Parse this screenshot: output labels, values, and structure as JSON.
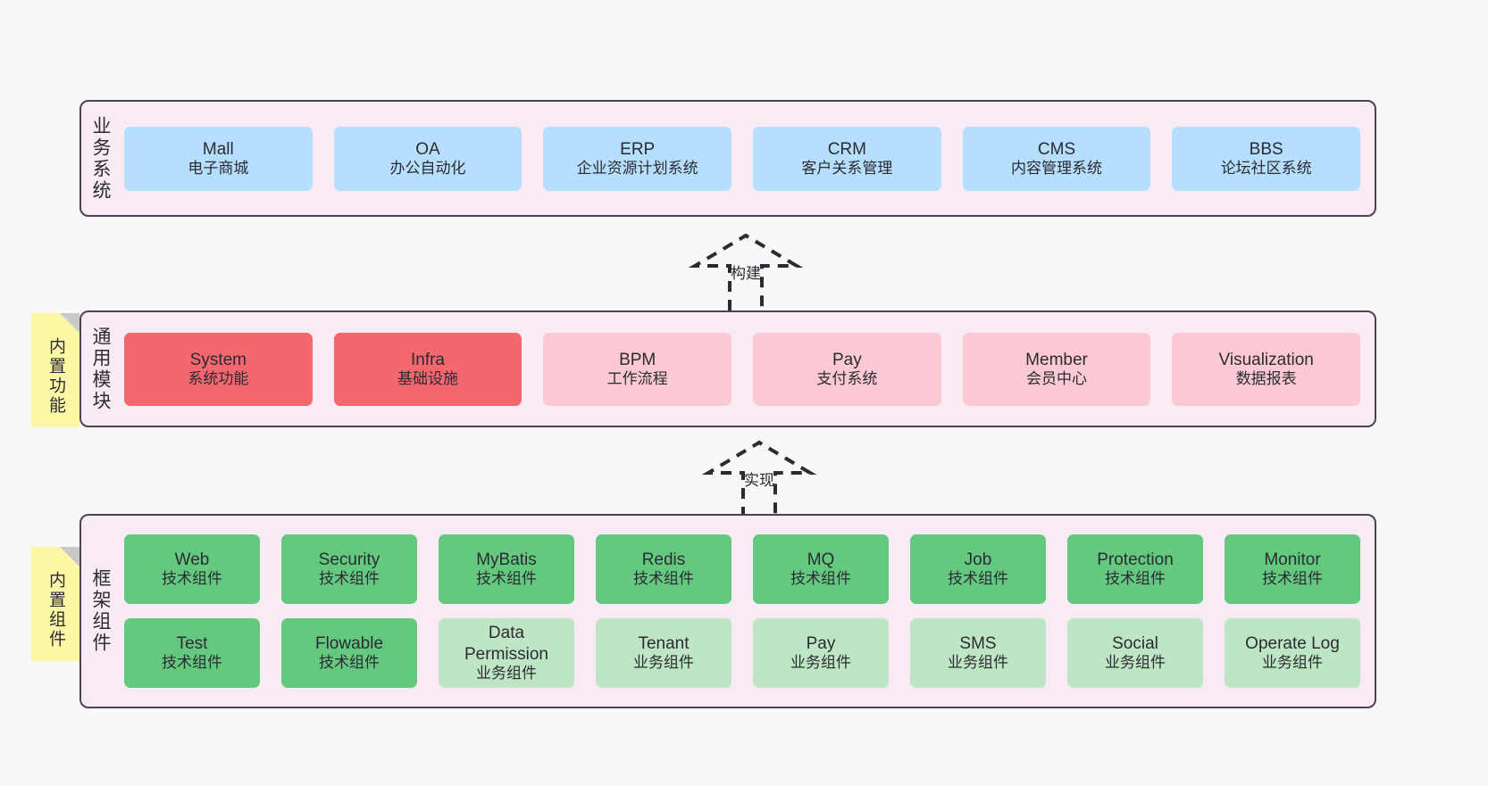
{
  "diagram": {
    "title": "ruoyi-vue-pro architecture layers",
    "background_color": "#f8f8f8",
    "layer_fill": "#f9ebf4",
    "layer_border": "#4a4453",
    "note_color": "#fbf7a5",
    "colors": {
      "blue": "#b5dffc",
      "red": "#f2686e",
      "pink": "#fbc9d3",
      "green": "#64c97f",
      "light_green": "#bfe6c4"
    }
  },
  "notes": [
    {
      "id": "builtin-function",
      "label": "内置功能"
    },
    {
      "id": "builtin-component",
      "label": "内置组件"
    }
  ],
  "arrows": [
    {
      "id": "build",
      "label": "构建",
      "style": "dashed-hollow-up"
    },
    {
      "id": "implement",
      "label": "实现",
      "style": "dashed-hollow-up"
    }
  ],
  "layers": [
    {
      "id": "business-system",
      "title": "业务系统",
      "rows": [
        [
          {
            "name": "Mall",
            "desc": "电子商城",
            "color": "blue"
          },
          {
            "name": "OA",
            "desc": "办公自动化",
            "color": "blue"
          },
          {
            "name": "ERP",
            "desc": "企业资源计划系统",
            "color": "blue"
          },
          {
            "name": "CRM",
            "desc": "客户关系管理",
            "color": "blue"
          },
          {
            "name": "CMS",
            "desc": "内容管理系统",
            "color": "blue"
          },
          {
            "name": "BBS",
            "desc": "论坛社区系统",
            "color": "blue"
          }
        ]
      ]
    },
    {
      "id": "common-modules",
      "title": "通用模块",
      "rows": [
        [
          {
            "name": "System",
            "desc": "系统功能",
            "color": "red"
          },
          {
            "name": "Infra",
            "desc": "基础设施",
            "color": "red"
          },
          {
            "name": "BPM",
            "desc": "工作流程",
            "color": "pink"
          },
          {
            "name": "Pay",
            "desc": "支付系统",
            "color": "pink"
          },
          {
            "name": "Member",
            "desc": "会员中心",
            "color": "pink"
          },
          {
            "name": "Visualization",
            "desc": "数据报表",
            "color": "pink"
          }
        ]
      ]
    },
    {
      "id": "framework-components",
      "title": "框架组件",
      "rows": [
        [
          {
            "name": "Web",
            "desc": "技术组件",
            "color": "green"
          },
          {
            "name": "Security",
            "desc": "技术组件",
            "color": "green"
          },
          {
            "name": "MyBatis",
            "desc": "技术组件",
            "color": "green"
          },
          {
            "name": "Redis",
            "desc": "技术组件",
            "color": "green"
          },
          {
            "name": "MQ",
            "desc": "技术组件",
            "color": "green"
          },
          {
            "name": "Job",
            "desc": "技术组件",
            "color": "green"
          },
          {
            "name": "Protection",
            "desc": "技术组件",
            "color": "green"
          },
          {
            "name": "Monitor",
            "desc": "技术组件",
            "color": "green"
          }
        ],
        [
          {
            "name": "Test",
            "desc": "技术组件",
            "color": "green"
          },
          {
            "name": "Flowable",
            "desc": "技术组件",
            "color": "green"
          },
          {
            "name": "Data",
            "name2": "Permission",
            "desc": "业务组件",
            "color": "light_green"
          },
          {
            "name": "Tenant",
            "desc": "业务组件",
            "color": "light_green"
          },
          {
            "name": "Pay",
            "desc": "业务组件",
            "color": "light_green"
          },
          {
            "name": "SMS",
            "desc": "业务组件",
            "color": "light_green"
          },
          {
            "name": "Social",
            "desc": "业务组件",
            "color": "light_green"
          },
          {
            "name": "Operate Log",
            "desc": "业务组件",
            "color": "light_green"
          }
        ]
      ]
    }
  ]
}
